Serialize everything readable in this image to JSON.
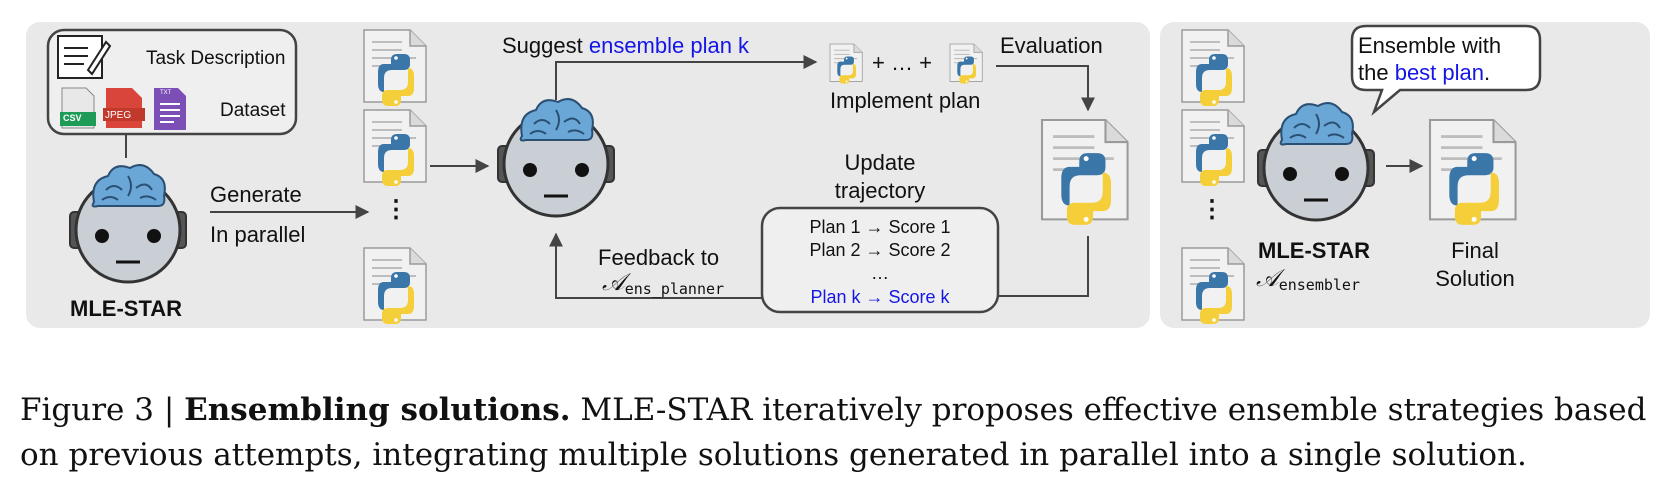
{
  "left_panel": {
    "input_box": {
      "task_label": "Task Description",
      "dataset_label": "Dataset",
      "file_icons": [
        {
          "label": "CSV",
          "color": "#1e9b57"
        },
        {
          "label": "JPEG",
          "color": "#d9453b"
        },
        {
          "label": "TXT",
          "color": "#7b4fb5"
        }
      ]
    },
    "agent_label": "MLE-STAR",
    "generate_line1": "Generate",
    "generate_line2": "In parallel",
    "ellipsis": "⋮"
  },
  "center_panel": {
    "suggest_prefix": "Suggest ",
    "suggest_highlight": "ensemble plan k",
    "plus_text": "+ … +",
    "implement_label": "Implement plan",
    "evaluation_label": "Evaluation",
    "update_line1": "Update",
    "update_line2": "trajectory",
    "trajectory_items": [
      {
        "text": "Plan 1 → Score 1",
        "highlight": false
      },
      {
        "text": "Plan 2 → Score 2",
        "highlight": false
      },
      {
        "text": "…",
        "highlight": false
      },
      {
        "text": "Plan k → Score k",
        "highlight": true
      }
    ],
    "feedback_label": "Feedback to",
    "planner_symbol": "𝒜",
    "planner_subscript": "ens_planner"
  },
  "right_panel": {
    "speech_line1": "Ensemble with",
    "speech_prefix": "the ",
    "speech_highlight": "best plan",
    "speech_suffix": ".",
    "agent_label": "MLE-STAR",
    "ensembler_symbol": "𝒜",
    "ensembler_subscript": "ensembler",
    "final_line1": "Final",
    "final_line2": "Solution",
    "ellipsis": "⋮"
  },
  "caption": {
    "figure_label": "Figure 3 | ",
    "title": "Ensembling solutions.",
    "body": " MLE-STAR iteratively proposes effective ensemble strategies based on previous attempts, integrating multiple solutions generated in parallel into a single solution."
  },
  "colors": {
    "panel_bg": "#e9e9e9",
    "highlight_blue": "#1515e6",
    "python_blue": "#3a76a8",
    "python_yellow": "#f5cf3a",
    "robot_face": "#c9cfd4",
    "brain": "#6aa7d6"
  }
}
